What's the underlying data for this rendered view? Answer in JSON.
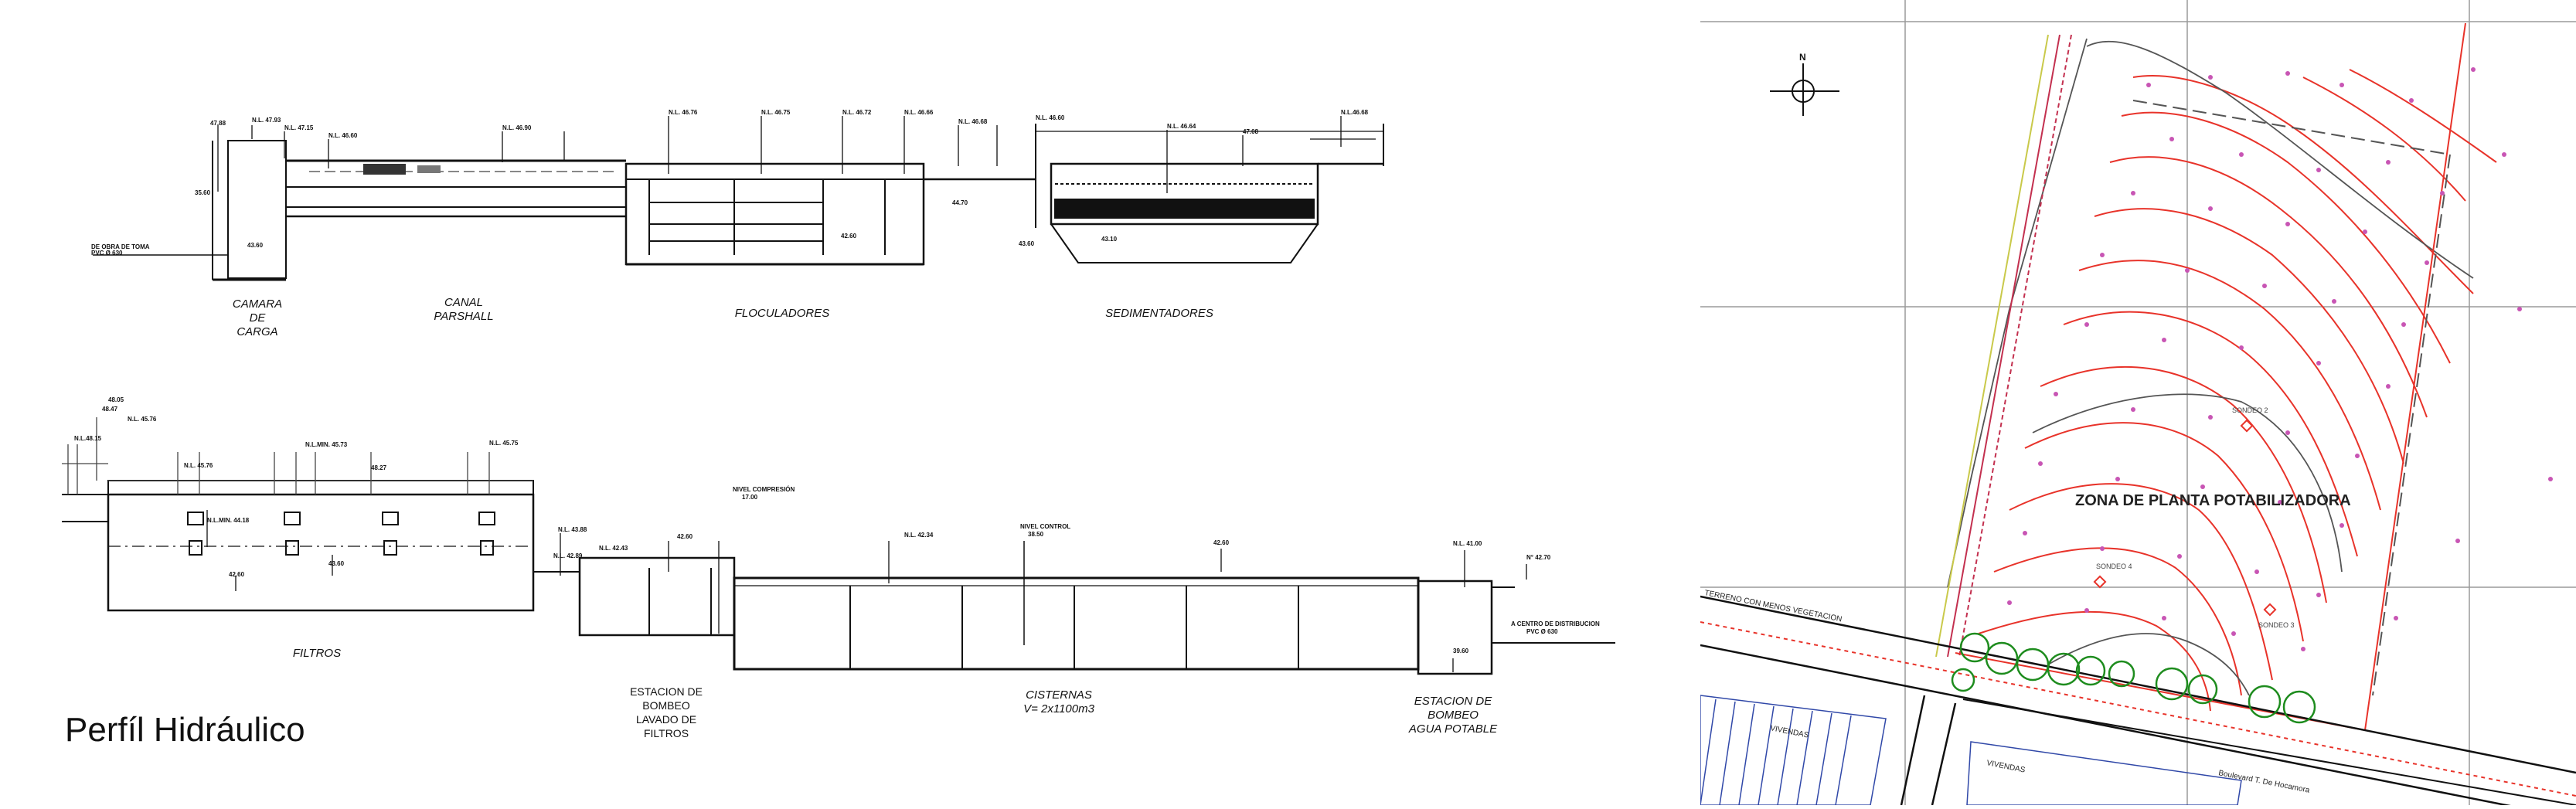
{
  "caption": "Perfíl Hidráulico",
  "profile_top": {
    "labels": {
      "camara": [
        "CAMARA",
        "DE",
        "CARGA"
      ],
      "canal": [
        "CANAL",
        "PARSHALL"
      ],
      "floculadores": "FLOCULADORES",
      "sedimentadores": "SEDIMENTADORES"
    }
  },
  "profile_bottom": {
    "labels": {
      "filtros": "FILTROS",
      "estacion_lavado": [
        "ESTACION DE",
        "BOMBEO",
        "LAVADO DE",
        "FILTROS"
      ],
      "cisternas": [
        "CISTERNAS",
        "V= 2x1100m3"
      ],
      "estacion_potable": [
        "ESTACION DE",
        "BOMBEO",
        "AGUA POTABLE"
      ]
    }
  },
  "site_plan": {
    "zone_label": "ZONA DE PLANTA POTABILIZADORA",
    "north": "N",
    "sondeos": [
      "SONDEO 2",
      "SONDEO 4",
      "SONDEO 3"
    ],
    "road_labels": [
      "TERRENO CON MENOS VEGETACION",
      "VIVENDAS",
      "VIVENDAS",
      "Boulevard T. De Hocamora"
    ]
  },
  "colors": {
    "contour": "#e8332a",
    "tree": "#1e8c1e",
    "boundary": "#c3304f",
    "line": "#111111",
    "grid": "#9a9a9a"
  }
}
